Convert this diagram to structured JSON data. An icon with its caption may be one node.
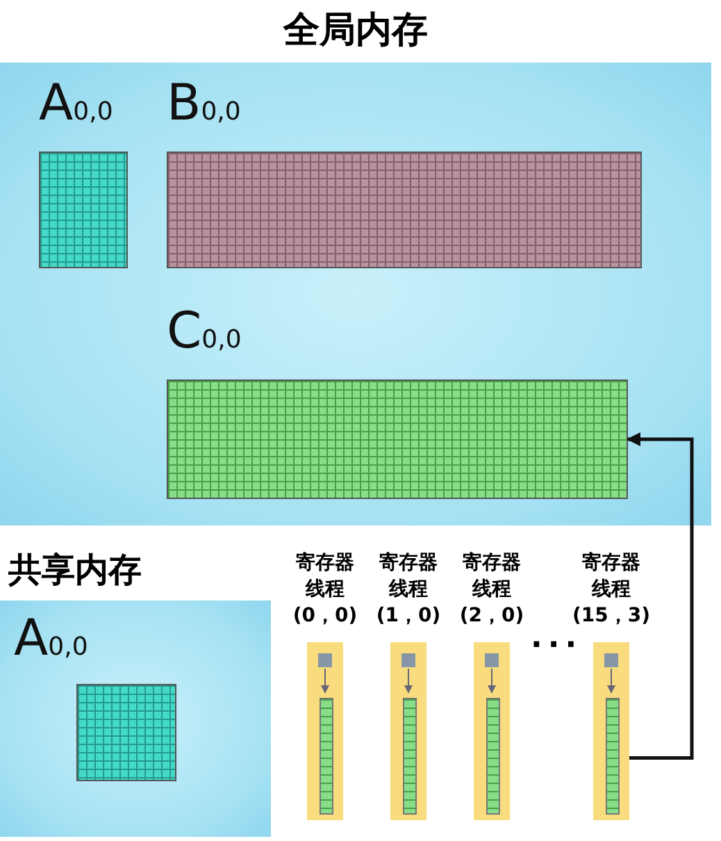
{
  "diagram": {
    "nodes": [
      {
        "text": [
          "全局内存"
        ]
      },
      {
        "text": [
          "A$_{0,0}$"
        ],
        "in": 0
      },
      {
        "text": [
          "B$_{0,0}$"
        ],
        "in": 0
      },
      {
        "text": [
          "C$_{0,0}$"
        ],
        "in": 0
      },
      {
        "text": [
          "共享内存"
        ]
      },
      {
        "text": [
          "A$_{0,0}$"
        ],
        "in": 4
      },
      {
        "text": [
          "寄存器线程",
          "(0，0)"
        ]
      },
      {
        "text": [
          "寄存器线程",
          "(1，0)"
        ]
      },
      {
        "text": [
          "寄存器线程",
          "(2，0)"
        ]
      },
      {
        "text": [
          "寄存器线程",
          "(15，3)"
        ]
      }
    ],
    "edges": [
      {
        "from": 9,
        "to": 3,
        "arrow": "to"
      }
    ],
    "labels": [
      "···"
    ]
  }
}
